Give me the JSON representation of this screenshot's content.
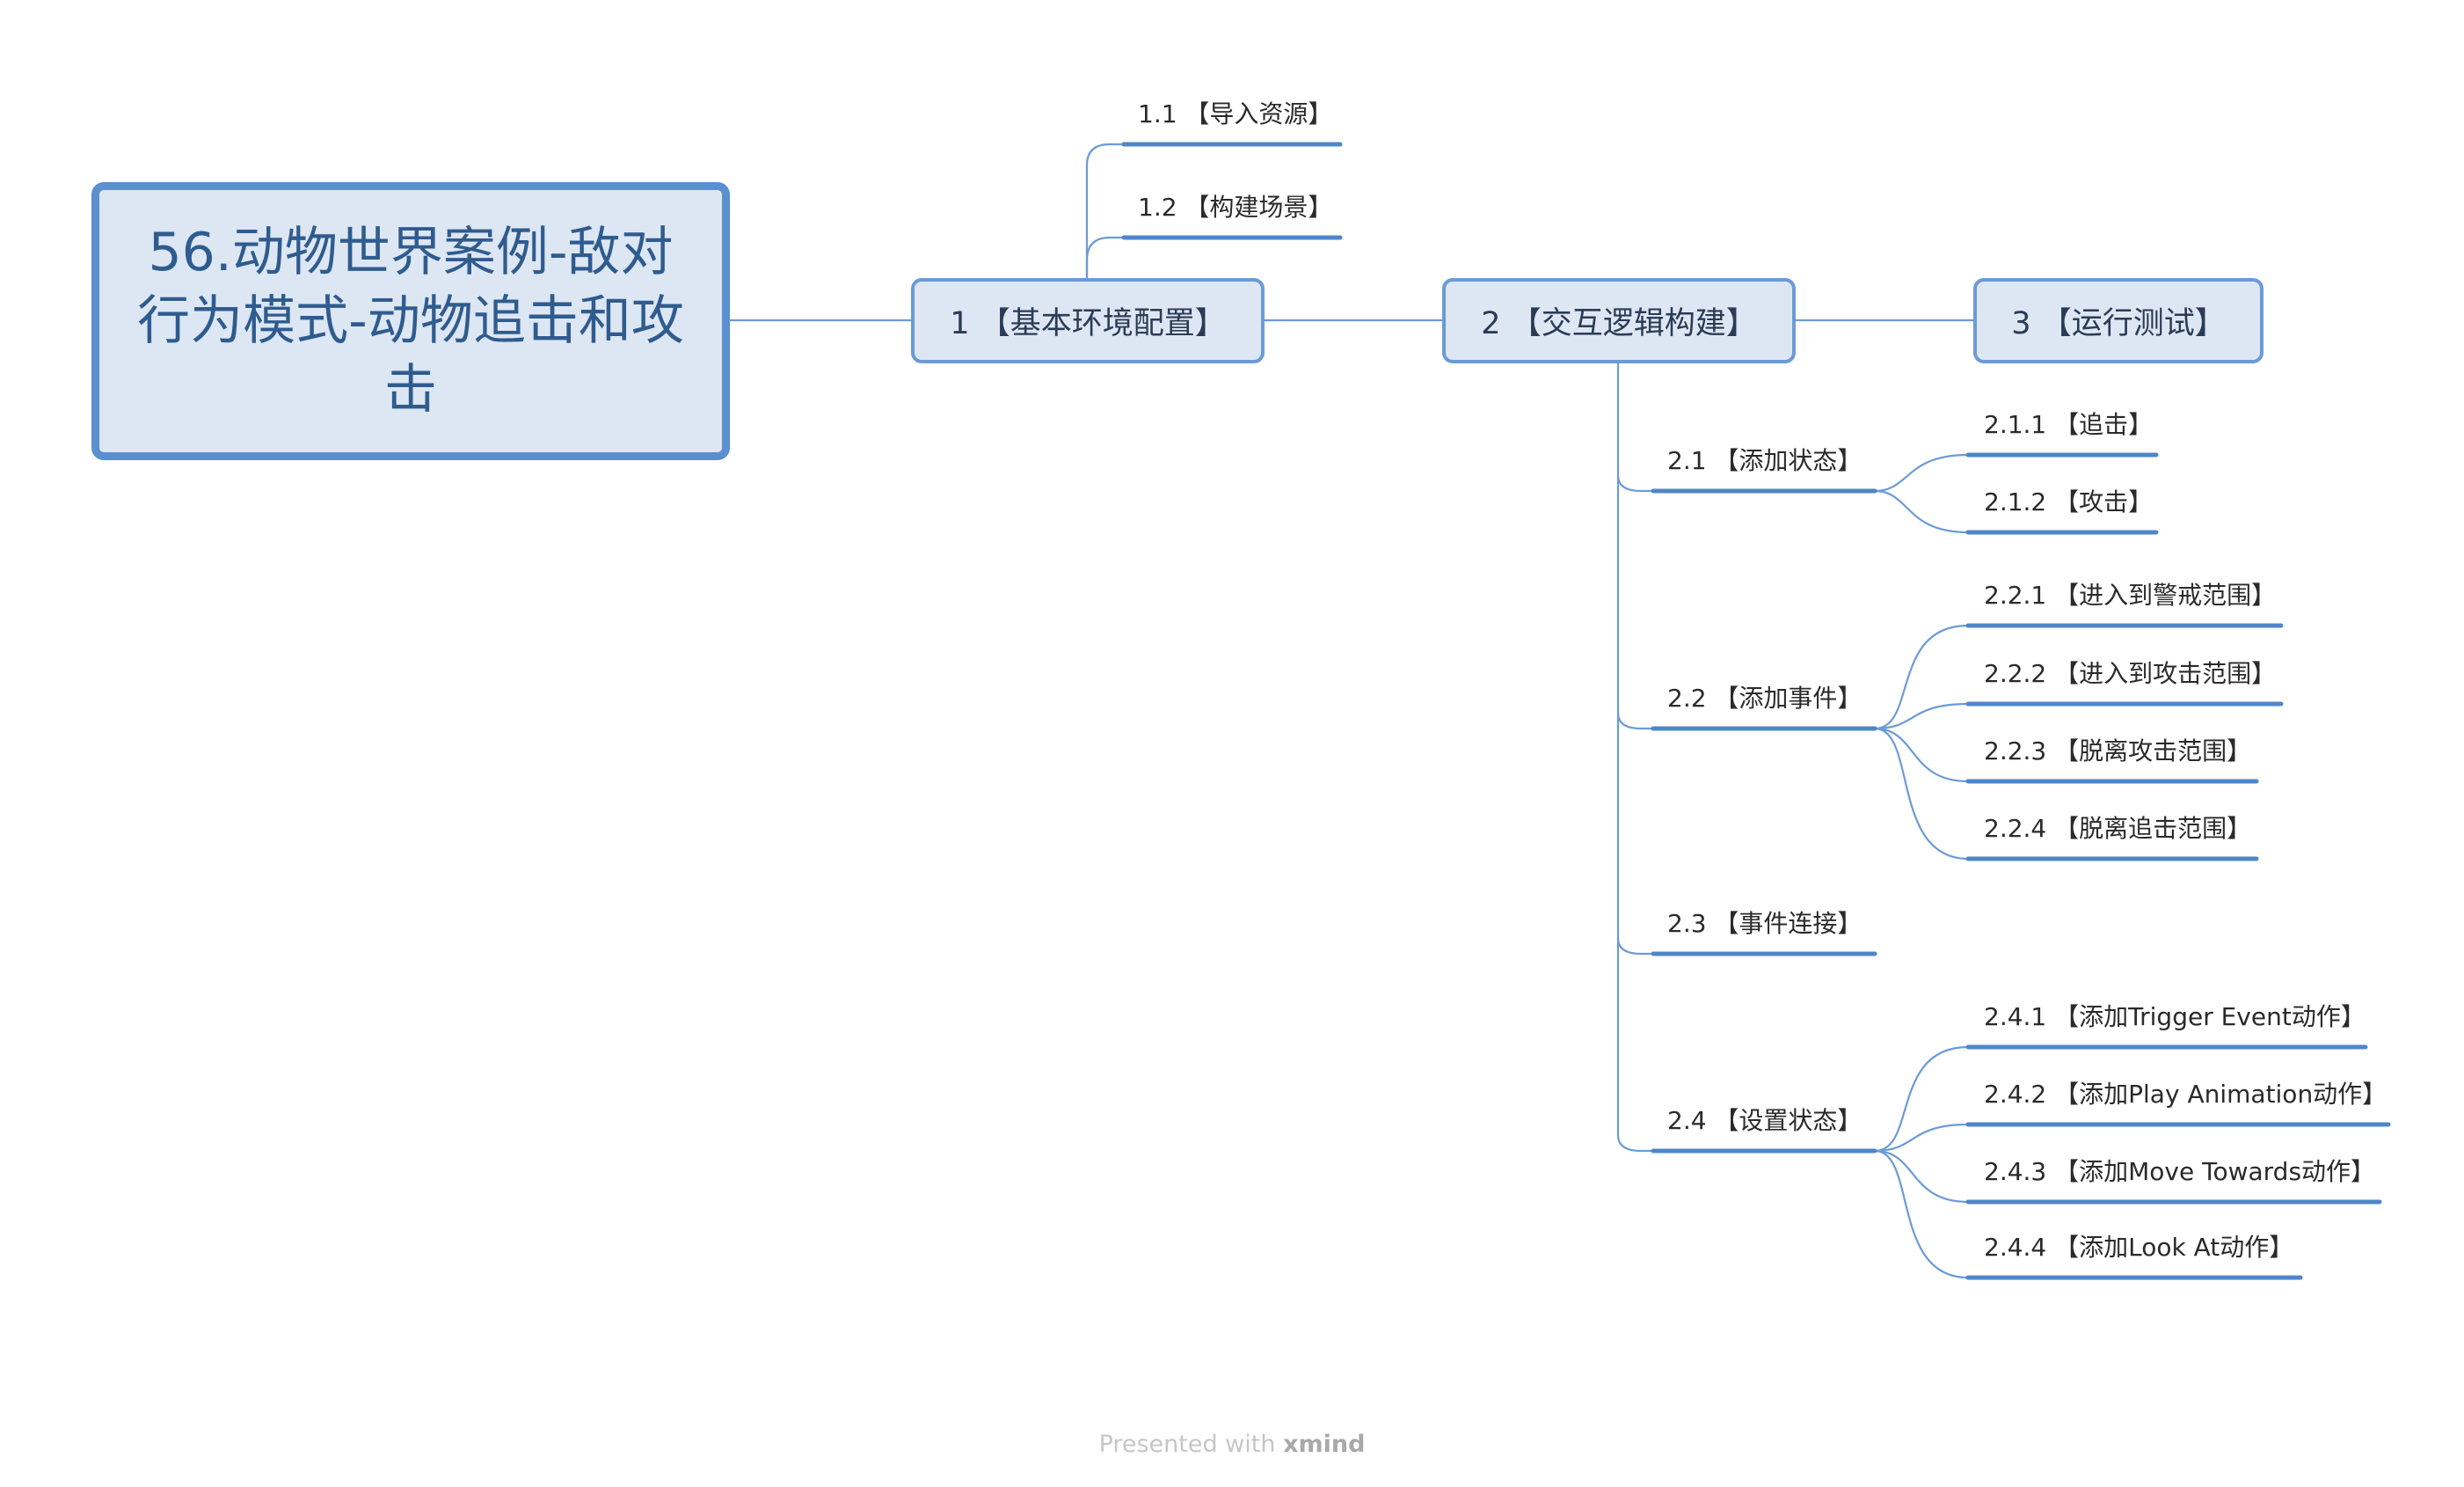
{
  "central": {
    "title": "56.动物世界案例-敌对行为模式-动物追击和攻击"
  },
  "branches": [
    {
      "label": "1 【基本环境配置】"
    },
    {
      "label": "2 【交互逻辑构建】"
    },
    {
      "label": "3 【运行测试】"
    }
  ],
  "b1_children": [
    {
      "label": "1.1 【导入资源】"
    },
    {
      "label": "1.2 【构建场景】"
    }
  ],
  "b2_children": [
    {
      "label": "2.1 【添加状态】",
      "children": [
        {
          "label": "2.1.1 【追击】"
        },
        {
          "label": "2.1.2 【攻击】"
        }
      ]
    },
    {
      "label": "2.2 【添加事件】",
      "children": [
        {
          "label": "2.2.1 【进入到警戒范围】"
        },
        {
          "label": "2.2.2 【进入到攻击范围】"
        },
        {
          "label": "2.2.3 【脱离攻击范围】"
        },
        {
          "label": "2.2.4 【脱离追击范围】"
        }
      ]
    },
    {
      "label": "2.3 【事件连接】",
      "children": []
    },
    {
      "label": "2.4 【设置状态】",
      "children": [
        {
          "label": "2.4.1 【添加Trigger Event动作】"
        },
        {
          "label": "2.4.2 【添加Play Animation动作】"
        },
        {
          "label": "2.4.3 【添加Move Towards动作】"
        },
        {
          "label": "2.4.4 【添加Look At动作】"
        }
      ]
    }
  ],
  "footer": {
    "prefix": "Presented with",
    "brand": "xmind"
  },
  "colors": {
    "line": "#6b9bd6",
    "underline": "#4f86c8",
    "node_fill": "#dde6f3"
  }
}
